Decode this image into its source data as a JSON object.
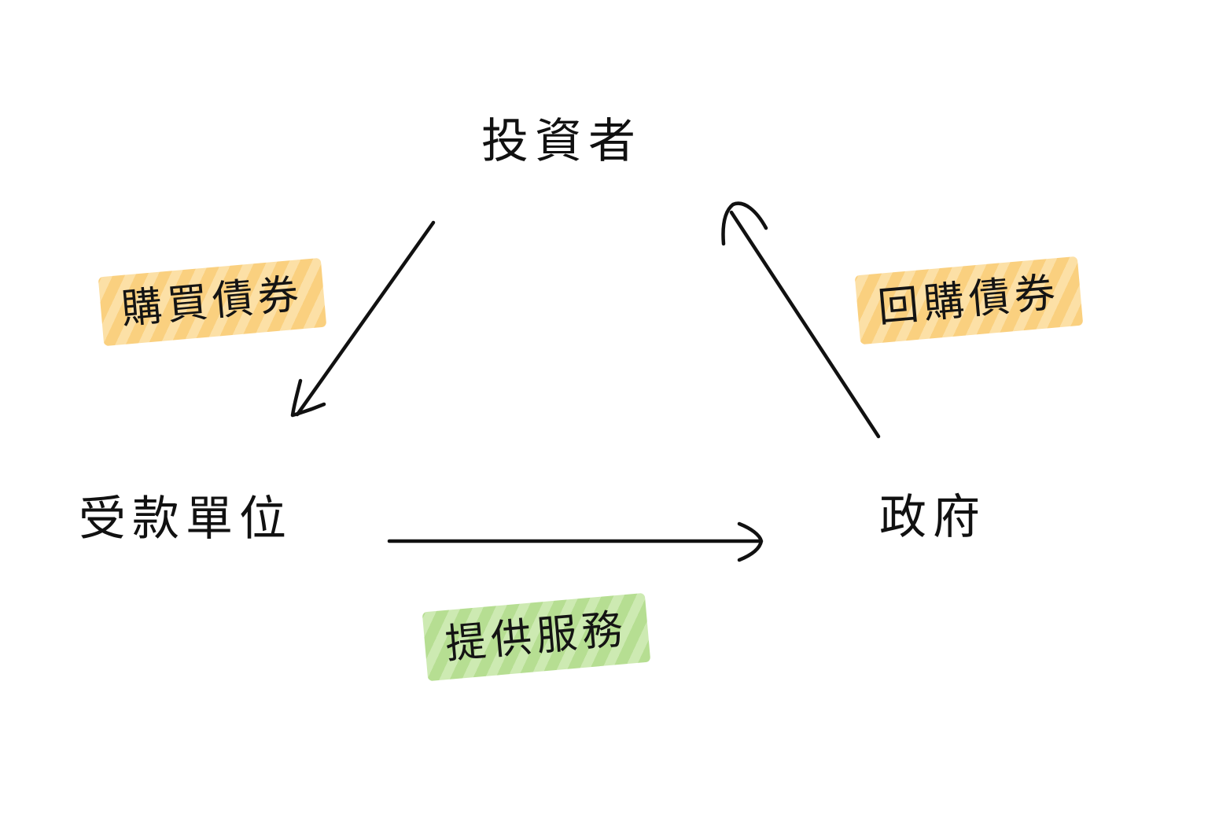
{
  "nodes": {
    "investor": "投資者",
    "borrower": "受款單位",
    "government": "政府"
  },
  "edges": {
    "investor_to_borrower": "購買債券",
    "government_to_investor": "回購債券",
    "borrower_to_government": "提供服務"
  },
  "colors": {
    "stroke": "#111111",
    "highlight_yellow": "#fbd38d",
    "highlight_green": "#b5dc92",
    "background": "#ffffff"
  }
}
